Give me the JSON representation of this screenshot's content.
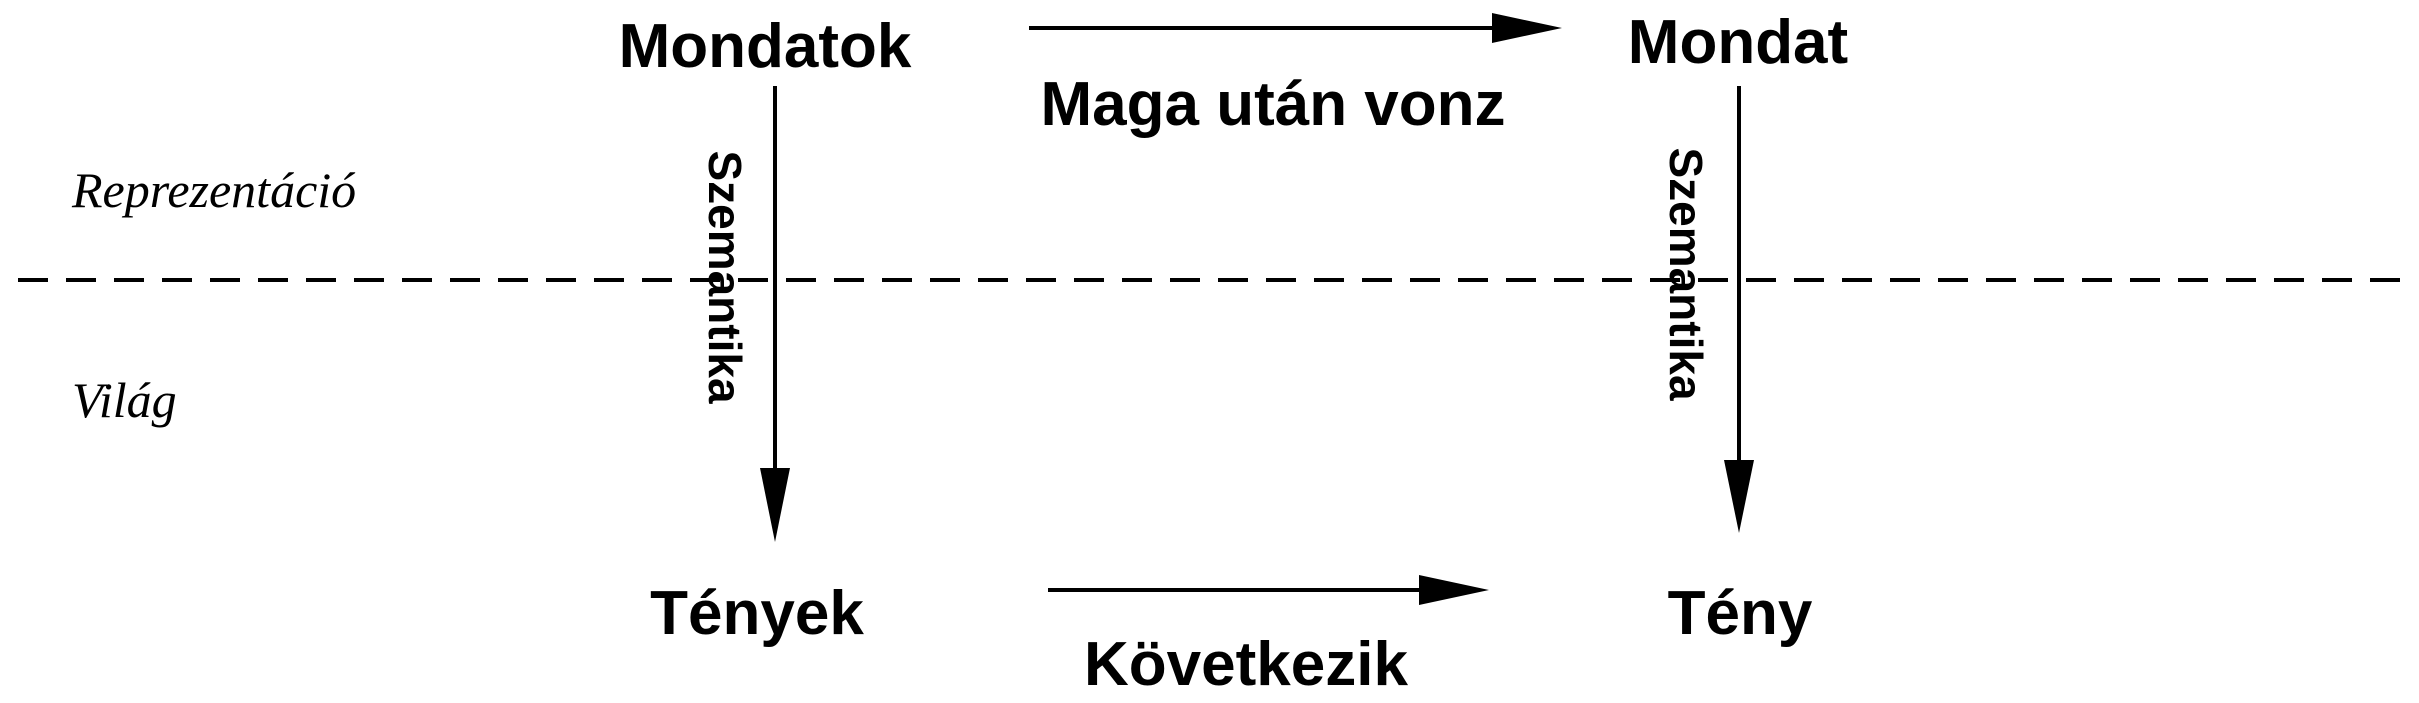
{
  "regions": {
    "top": "Reprezentáció",
    "bottom": "Világ"
  },
  "nodes": {
    "sentences": "Mondatok",
    "sentence": "Mondat",
    "facts": "Tények",
    "fact": "Tény"
  },
  "edges": {
    "entails": "Maga után vonz",
    "follows": "Következik",
    "semantics_left": "Szemantika",
    "semantics_right": "Szemantika"
  }
}
